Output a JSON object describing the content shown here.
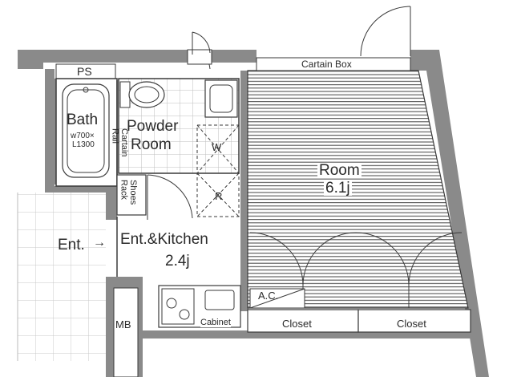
{
  "plan": {
    "colors": {
      "wall": "#8a8a8a",
      "line": "#3a3a3a",
      "tile_line": "#c8c8c8",
      "floor_stripe": "#555555",
      "room_bg": "#ffffff"
    },
    "labels": {
      "ps": "PS",
      "curtain_box": "Cartain Box",
      "bath": "Bath",
      "bath_size_1": "w700×",
      "bath_size_2": "L1300",
      "curtain_rail_1": "Cartain",
      "curtain_rail_2": "Rail",
      "powder_1": "Powder",
      "powder_2": "Room",
      "washer": "W",
      "shoes_1": "Shoes",
      "shoes_2": "Rack",
      "fridge": "R",
      "room_name": "Room",
      "room_size": "6.1j",
      "entrance": "Ent.",
      "entrance_arrow": "→",
      "kitchen_name": "Ent.&Kitchen",
      "kitchen_size": "2.4j",
      "ac": "A.C.",
      "mb": "MB",
      "cabinet": "Cabinet",
      "closet_1": "Closet",
      "closet_2": "Closet"
    }
  }
}
